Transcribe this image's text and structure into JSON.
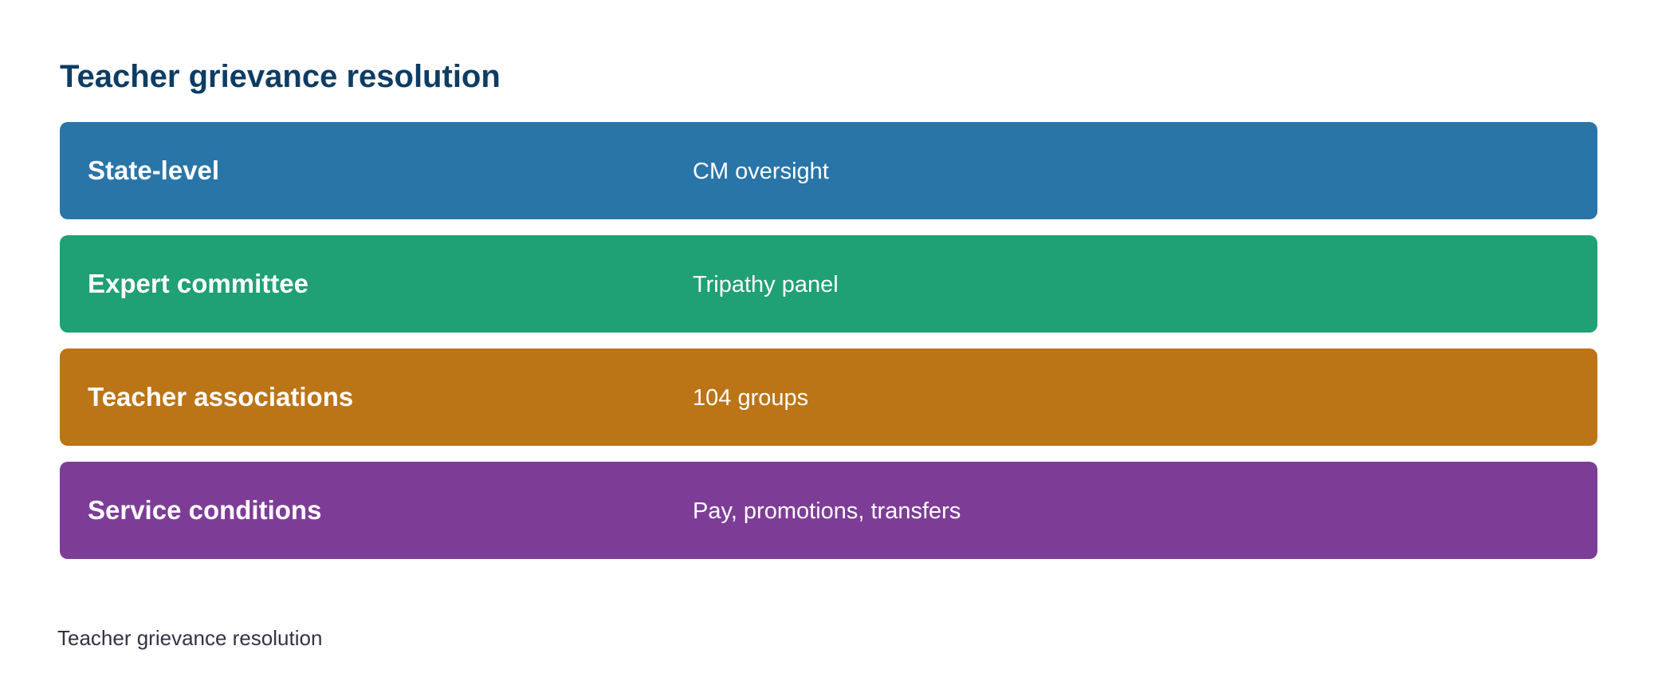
{
  "title": "Teacher grievance resolution",
  "rows": [
    {
      "label": "State-level",
      "value": "CM oversight",
      "color": "#2a75a8"
    },
    {
      "label": "Expert committee",
      "value": "Tripathy panel",
      "color": "#1fa075"
    },
    {
      "label": "Teacher associations",
      "value": "104 groups",
      "color": "#bb7517"
    },
    {
      "label": "Service conditions",
      "value": "Pay, promotions, transfers",
      "color": "#7d3d96"
    }
  ],
  "caption": "Teacher grievance resolution"
}
